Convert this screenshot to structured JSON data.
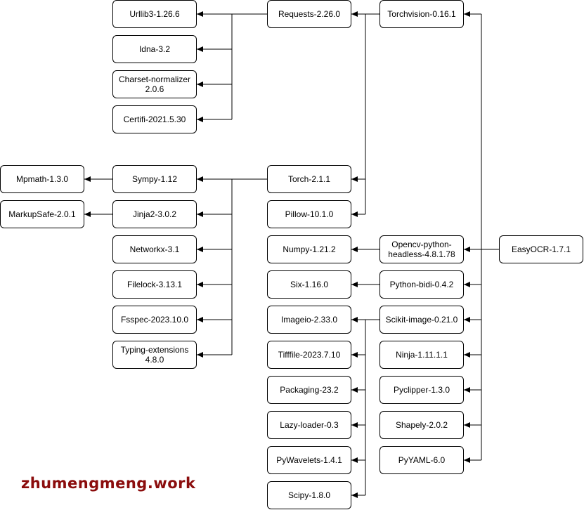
{
  "diagram": {
    "colors": {
      "line": "#000000",
      "box_border": "#000000",
      "watermark": "#8b0d0d"
    },
    "nodes": {
      "urllib3": "Urllib3-1.26.6",
      "idna": "Idna-3.2",
      "charset": "Charset-normalizer\n2.0.6",
      "certifi": "Certifi-2021.5.30",
      "requests": "Requests-2.26.0",
      "torchvision": "Torchvision-0.16.1",
      "mpmath": "Mpmath-1.3.0",
      "markupsafe": "MarkupSafe-2.0.1",
      "sympy": "Sympy-1.12",
      "jinja2": "Jinja2-3.0.2",
      "networkx": "Networkx-3.1",
      "filelock": "Filelock-3.13.1",
      "fsspec": "Fsspec-2023.10.0",
      "typing": "Typing-extensions\n4.8.0",
      "torch": "Torch-2.1.1",
      "pillow": "Pillow-10.1.0",
      "numpy": "Numpy-1.21.2",
      "six": "Six-1.16.0",
      "imageio": "Imageio-2.33.0",
      "tifffile": "Tifffile-2023.7.10",
      "packaging": "Packaging-23.2",
      "lazyloader": "Lazy-loader-0.3",
      "pywavelets": "PyWavelets-1.4.1",
      "scipy": "Scipy-1.8.0",
      "opencv": "Opencv-python-\nheadless-4.8.1.78",
      "pythonbidi": "Python-bidi-0.4.2",
      "scikitimage": "Scikit-image-0.21.0",
      "ninja": "Ninja-1.11.1.1",
      "pyclipper": "Pyclipper-1.3.0",
      "shapely": "Shapely-2.0.2",
      "pyyaml": "PyYAML-6.0",
      "easyocr": "EasyOCR-1.7.1"
    }
  },
  "watermark": {
    "text": "zhumengmeng.work"
  }
}
